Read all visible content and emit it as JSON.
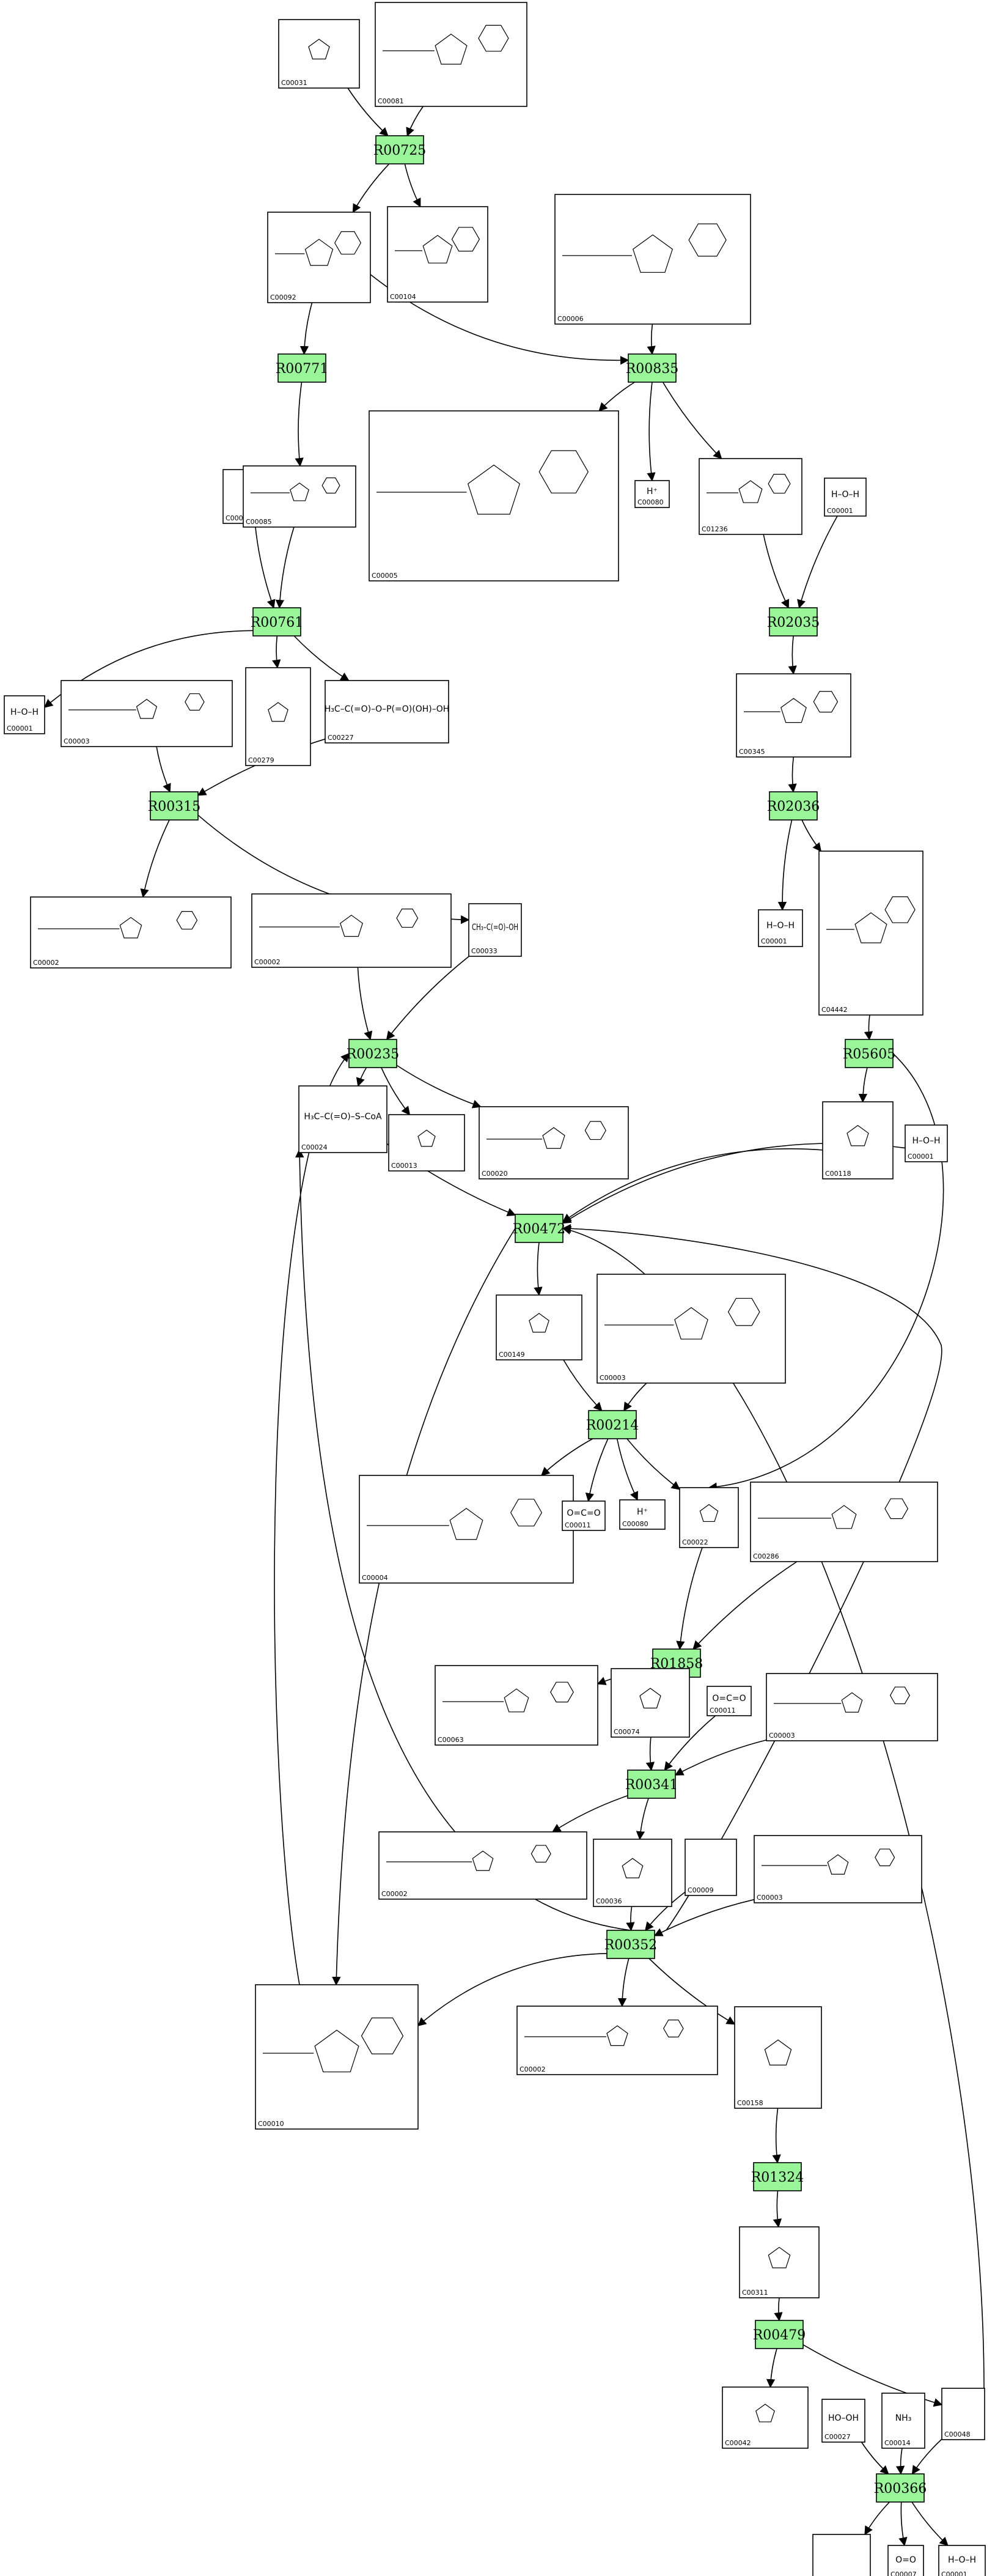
{
  "reactions": [
    "R00725",
    "R00771",
    "R00835",
    "R00761",
    "R02035",
    "R00315",
    "R02036",
    "R00235",
    "R05605",
    "R00472",
    "R00214",
    "R01858",
    "R00341",
    "R00352",
    "R01324",
    "R00479",
    "R00366"
  ],
  "compounds": [
    {
      "id": "C00031",
      "formula": ""
    },
    {
      "id": "C00081",
      "formula": ""
    },
    {
      "id": "C00092",
      "formula": ""
    },
    {
      "id": "C00104",
      "formula": ""
    },
    {
      "id": "C00006",
      "formula": ""
    },
    {
      "id": "C00009",
      "formula": ""
    },
    {
      "id": "C00085",
      "formula": ""
    },
    {
      "id": "C00005",
      "formula": ""
    },
    {
      "id": "C00080",
      "formula": "H⁺"
    },
    {
      "id": "C01236",
      "formula": ""
    },
    {
      "id": "C00001",
      "formula": "H–O–H"
    },
    {
      "id": "C00002",
      "formula": ""
    },
    {
      "id": "C00118",
      "formula": ""
    },
    {
      "id": "C00279",
      "formula": ""
    },
    {
      "id": "C00227",
      "formula": "H₃C–C(=O)–O–P(=O)(OH)–OH"
    },
    {
      "id": "C00345",
      "formula": ""
    },
    {
      "id": "C00033",
      "formula": "CH₃–C(=O)–OH"
    },
    {
      "id": "C04442",
      "formula": ""
    },
    {
      "id": "C00024",
      "formula": "H₃C–C(=O)–S–CoA"
    },
    {
      "id": "C00013",
      "formula": ""
    },
    {
      "id": "C00020",
      "formula": ""
    },
    {
      "id": "C00149",
      "formula": ""
    },
    {
      "id": "C00003",
      "formula": ""
    },
    {
      "id": "C00004",
      "formula": ""
    },
    {
      "id": "C00011",
      "formula": "O=C=O"
    },
    {
      "id": "C00022",
      "formula": ""
    },
    {
      "id": "C00286",
      "formula": ""
    },
    {
      "id": "C00074",
      "formula": ""
    },
    {
      "id": "C00063",
      "formula": ""
    },
    {
      "id": "C00036",
      "formula": ""
    },
    {
      "id": "C00010",
      "formula": ""
    },
    {
      "id": "C00158",
      "formula": ""
    },
    {
      "id": "C00311",
      "formula": ""
    },
    {
      "id": "C00042",
      "formula": ""
    },
    {
      "id": "C00027",
      "formula": "HO–OH"
    },
    {
      "id": "C00014",
      "formula": "NH₃"
    },
    {
      "id": "C00048",
      "formula": ""
    },
    {
      "id": "C00007",
      "formula": "O=O"
    }
  ]
}
